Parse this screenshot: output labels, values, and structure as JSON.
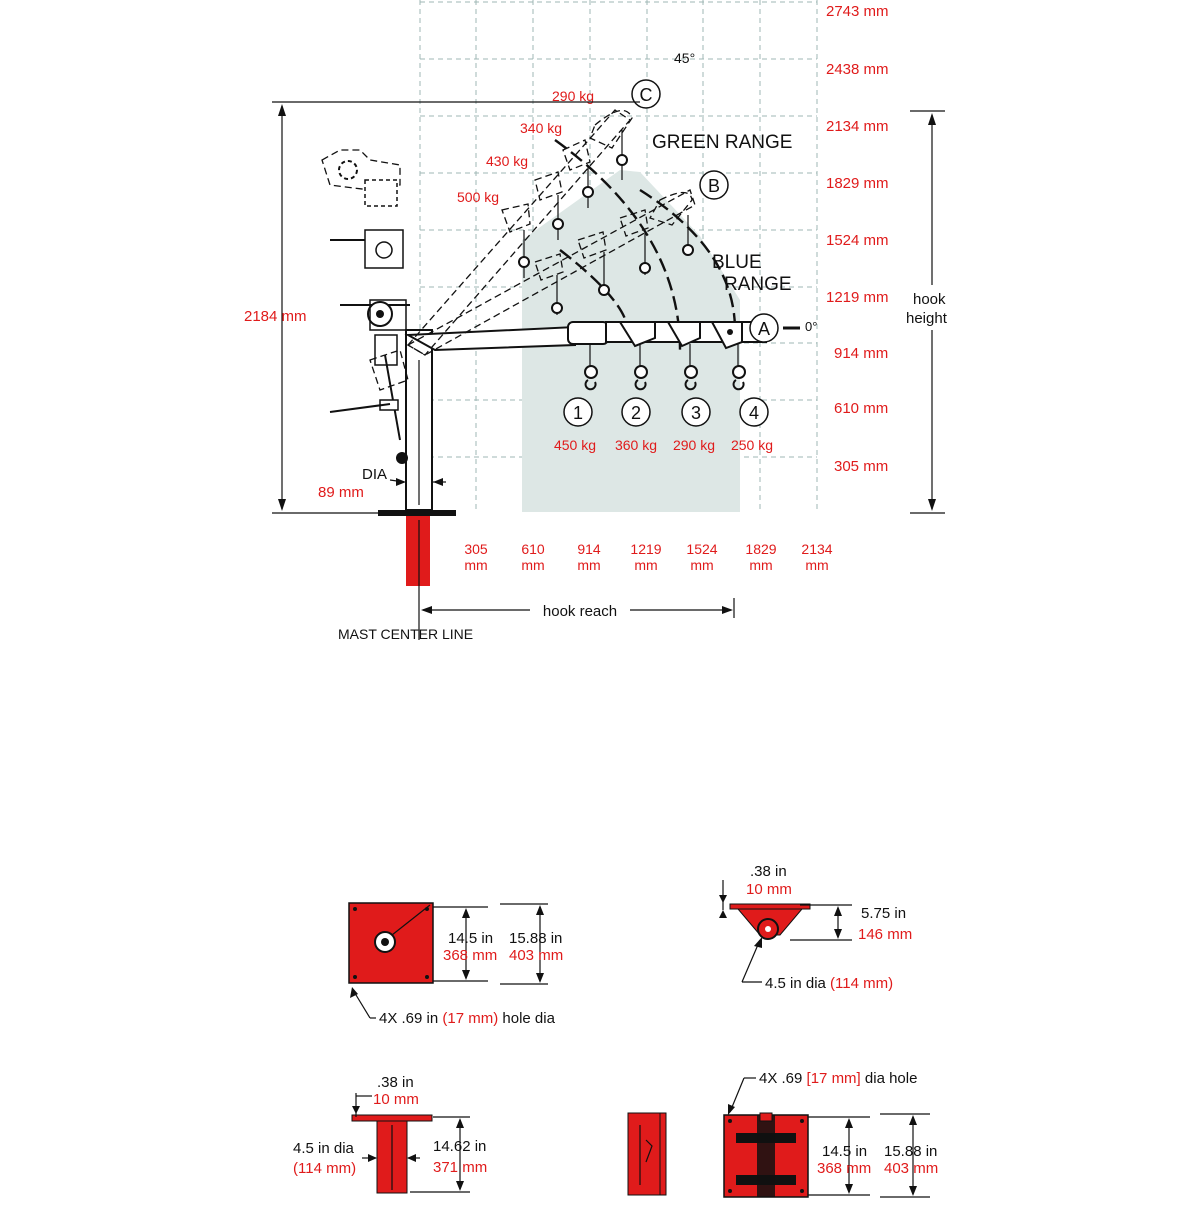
{
  "top": {
    "height_ticks": [
      "2743 mm",
      "2438 mm",
      "2134 mm",
      "1829 mm",
      "1524 mm",
      "1219 mm",
      "914 mm",
      "610 mm",
      "305 mm"
    ],
    "reach_ticks": [
      {
        "value": "305",
        "unit": "mm"
      },
      {
        "value": "610",
        "unit": "mm"
      },
      {
        "value": "914",
        "unit": "mm"
      },
      {
        "value": "1219",
        "unit": "mm"
      },
      {
        "value": "1524",
        "unit": "mm"
      },
      {
        "value": "1829",
        "unit": "mm"
      },
      {
        "value": "2134",
        "unit": "mm"
      }
    ],
    "angle_top": "45°",
    "angle_zero": "0°",
    "position_c": "C",
    "position_b": "B",
    "position_a": "A",
    "green_range": "GREEN RANGE",
    "blue_range_1": "BLUE",
    "blue_range_2": "RANGE",
    "boom_capacities": [
      "290 kg",
      "340 kg",
      "430 kg",
      "500 kg"
    ],
    "hook_numbers": [
      "1",
      "2",
      "3",
      "4"
    ],
    "hook_capacities": [
      "450 kg",
      "360 kg",
      "290 kg",
      "250 kg"
    ],
    "overall_height": "2184 mm",
    "hook_height_1": "hook",
    "hook_height_2": "height",
    "dia_label": "DIA",
    "dia_value": "89 mm",
    "hook_reach": "hook reach",
    "mast_center_line": "MAST CENTER LINE"
  },
  "plate_top": {
    "inner_in": "14.5 in",
    "inner_mm": "368 mm",
    "outer_in": "15.88 in",
    "outer_mm": "403 mm",
    "hole_prefix": "4X .69 in ",
    "hole_mm": "(17 mm)",
    "hole_suffix": " hole dia"
  },
  "side_top": {
    "thick_in": ".38 in",
    "thick_mm": "10 mm",
    "height_in": "5.75 in",
    "height_mm": "146 mm",
    "dia_in": "4.5 in dia ",
    "dia_mm": "(114 mm)"
  },
  "socket": {
    "thick_in": ".38 in",
    "thick_mm": "10 mm",
    "dia_in": "4.5 in dia",
    "dia_mm": "(114 mm)",
    "depth_in": "14.62 in",
    "depth_mm": "371 mm"
  },
  "wall_plate": {
    "hole_prefix": "4X .69 ",
    "hole_mm": "[17 mm]",
    "hole_suffix": " dia hole",
    "inner_in": "14.5 in",
    "inner_mm": "368 mm",
    "outer_in": "15.88 in",
    "outer_mm": "403 mm"
  },
  "colors": {
    "red": "#e01b1b",
    "range_fill": "#dde7e5",
    "grid": "#9fb7b4"
  }
}
